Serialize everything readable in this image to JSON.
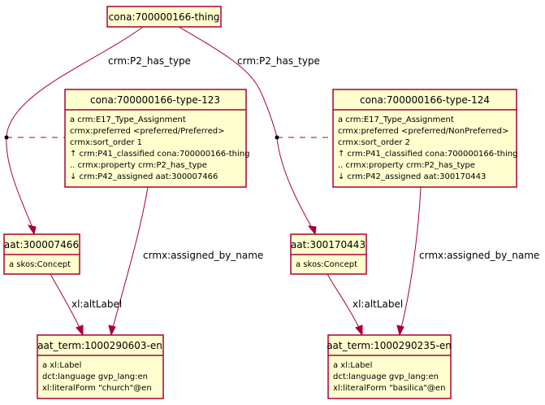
{
  "nodes": {
    "thing": {
      "title": "cona:700000166-thing",
      "lines": []
    },
    "type123": {
      "title": "cona:700000166-type-123",
      "lines": [
        "a crm:E17_Type_Assignment",
        "crmx:preferred <preferred/Preferred>",
        "crmx:sort_order 1",
        "↑ crm:P41_classified cona:700000166-thing",
        ".. crmx:property crm:P2_has_type",
        "↓ crm:P42_assigned aat:300007466"
      ]
    },
    "type124": {
      "title": "cona:700000166-type-124",
      "lines": [
        "a crm:E17_Type_Assignment",
        "crmx:preferred <preferred/NonPreferred>",
        "crmx:sort_order 2",
        "↑ crm:P41_classified cona:700000166-thing",
        ".. crmx:property crm:P2_has_type",
        "↓ crm:P42_assigned aat:300170443"
      ]
    },
    "aat300007466": {
      "title": "aat:300007466",
      "lines": [
        "a skos:Concept"
      ]
    },
    "aat300170443": {
      "title": "aat:300170443",
      "lines": [
        "a skos:Concept"
      ]
    },
    "term603": {
      "title": "aat_term:1000290603-en",
      "lines": [
        "a xl:Label",
        "dct:language gvp_lang:en",
        "xl:literalForm \"church\"@en"
      ]
    },
    "term235": {
      "title": "aat_term:1000290235-en",
      "lines": [
        "a xl:Label",
        "dct:language gvp_lang:en",
        "xl:literalForm \"basilica\"@en"
      ]
    }
  },
  "edges": {
    "left_has_type": "crm:P2_has_type",
    "right_has_type": "crm:P2_has_type",
    "left_assigned_by_name": "crmx:assigned_by_name",
    "right_assigned_by_name": "crmx:assigned_by_name",
    "left_alt_label": "xl:altLabel",
    "right_alt_label": "xl:altLabel"
  }
}
